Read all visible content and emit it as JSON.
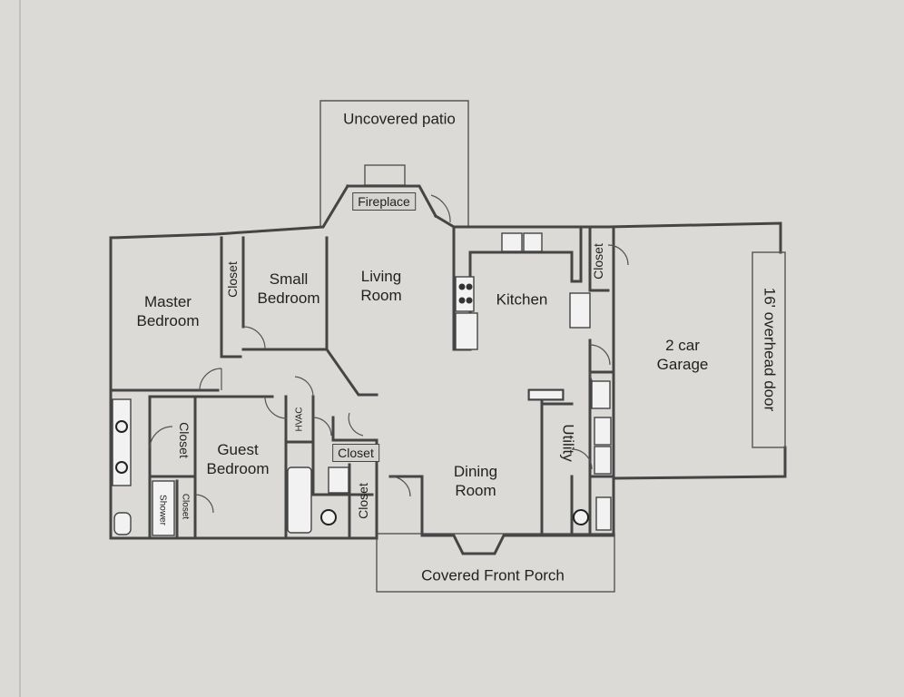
{
  "rooms": {
    "uncovered_patio": "Uncovered patio",
    "fireplace": "Fireplace",
    "master_bedroom": "Master\nBedroom",
    "closet_master": "Closet",
    "small_bedroom": "Small\nBedroom",
    "living_room": "Living\nRoom",
    "kitchen": "Kitchen",
    "closet_garage": "Closet",
    "garage": "2 car\nGarage",
    "overhead_door": "16' overhead door",
    "closet_guest": "Closet",
    "guest_bedroom": "Guest\nBedroom",
    "hvac": "HVAC",
    "closet_hall": "Closet",
    "closet_bath": "Closet",
    "dining_room": "Dining\nRoom",
    "utility": "Utility",
    "shower": "Shower",
    "closet_shower": "Closet",
    "covered_front_porch": "Covered Front Porch"
  },
  "colors": {
    "paper": "#dcdad6",
    "ink": "#454545"
  }
}
